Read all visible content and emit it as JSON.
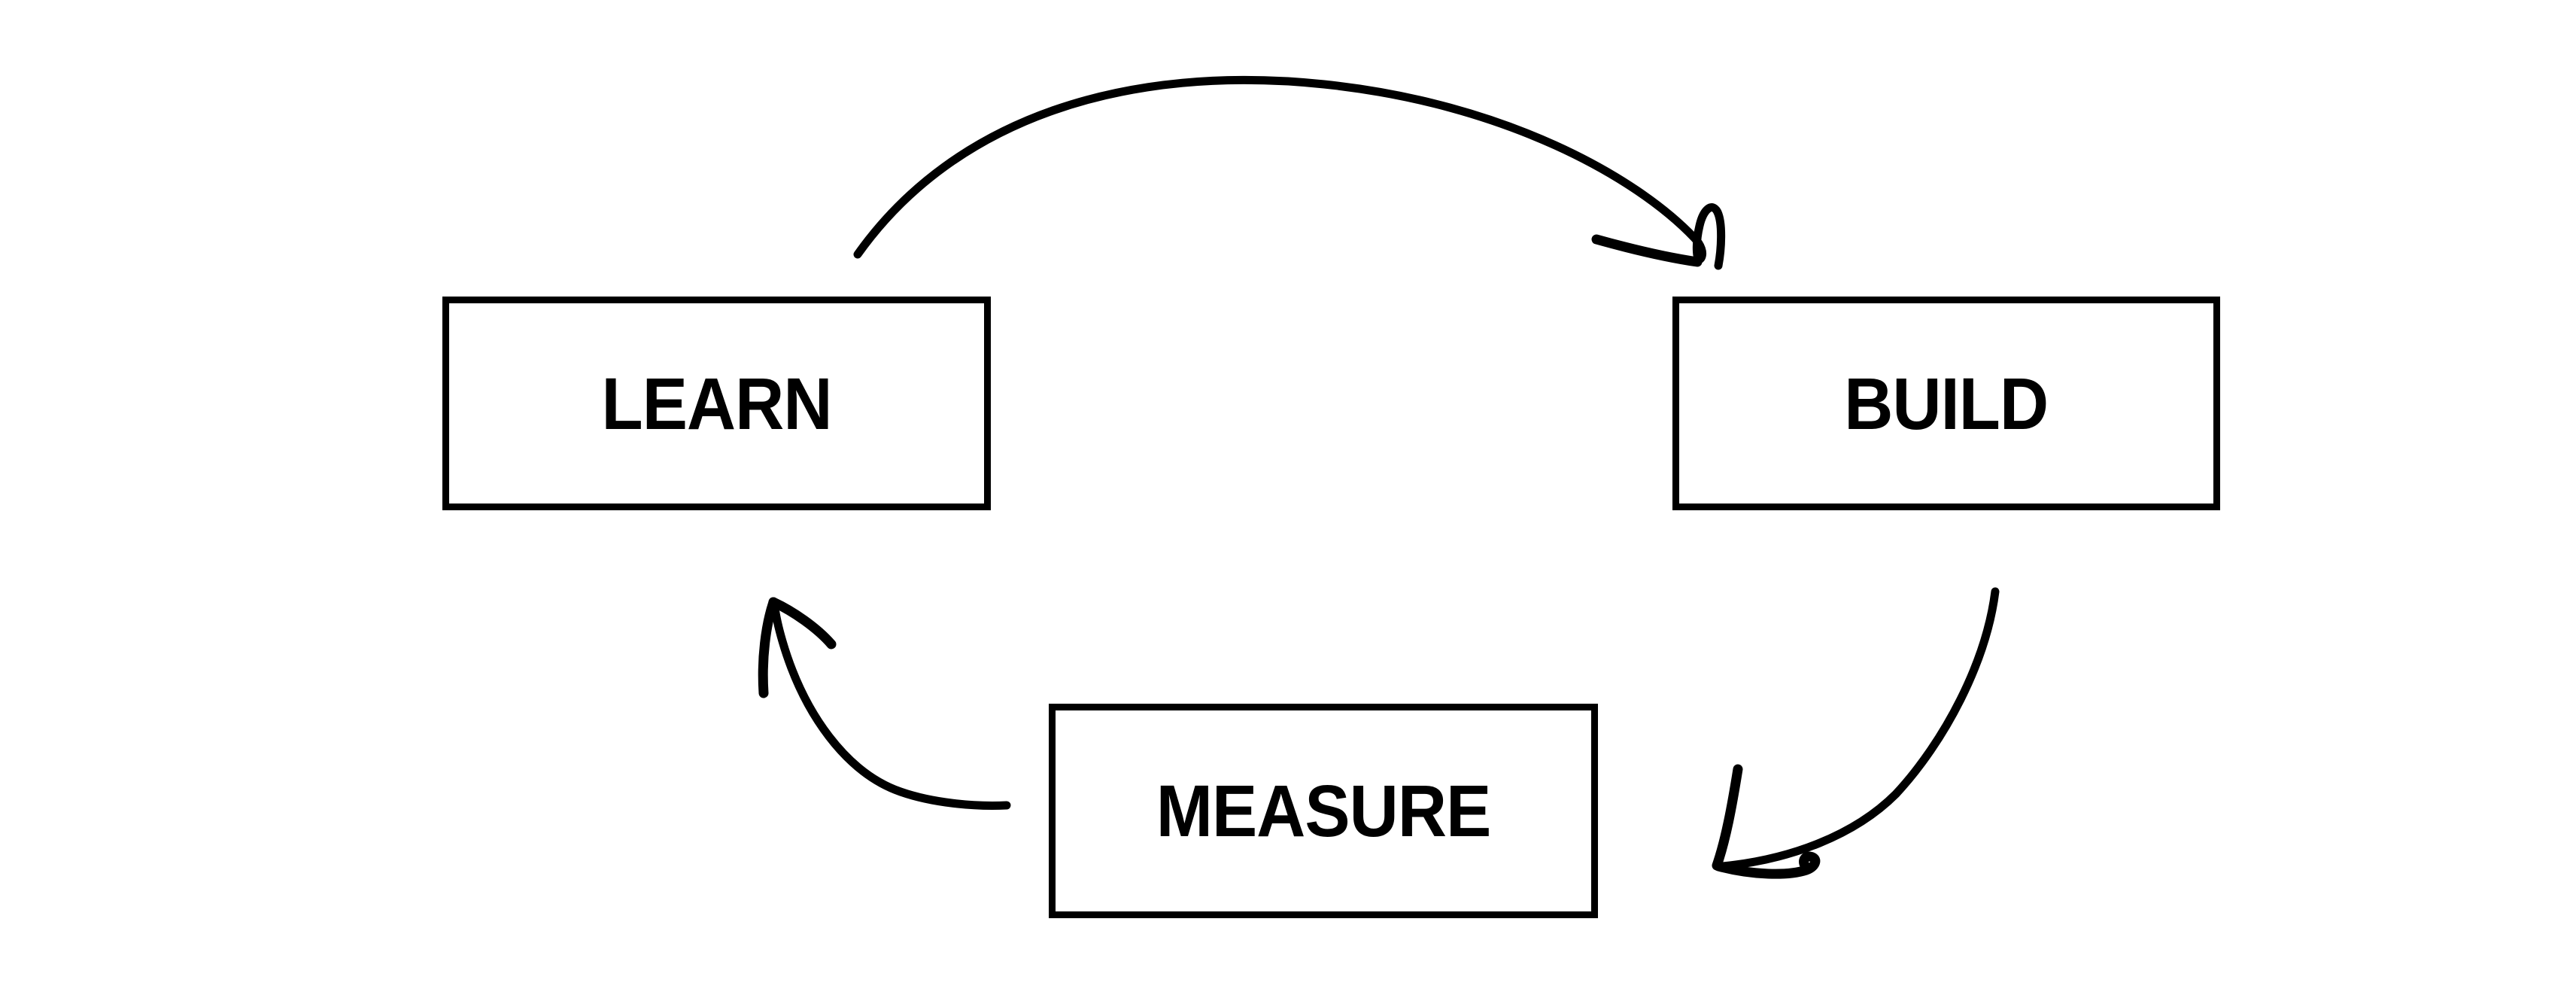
{
  "diagram": {
    "nodes": [
      {
        "id": "learn",
        "label": "LEARN"
      },
      {
        "id": "build",
        "label": "BUILD"
      },
      {
        "id": "measure",
        "label": "MEASURE"
      }
    ],
    "edges": [
      {
        "from": "learn",
        "to": "build"
      },
      {
        "from": "build",
        "to": "measure"
      },
      {
        "from": "measure",
        "to": "learn"
      }
    ],
    "colors": {
      "stroke": "#000000",
      "text": "#000000",
      "background": "#ffffff"
    }
  }
}
